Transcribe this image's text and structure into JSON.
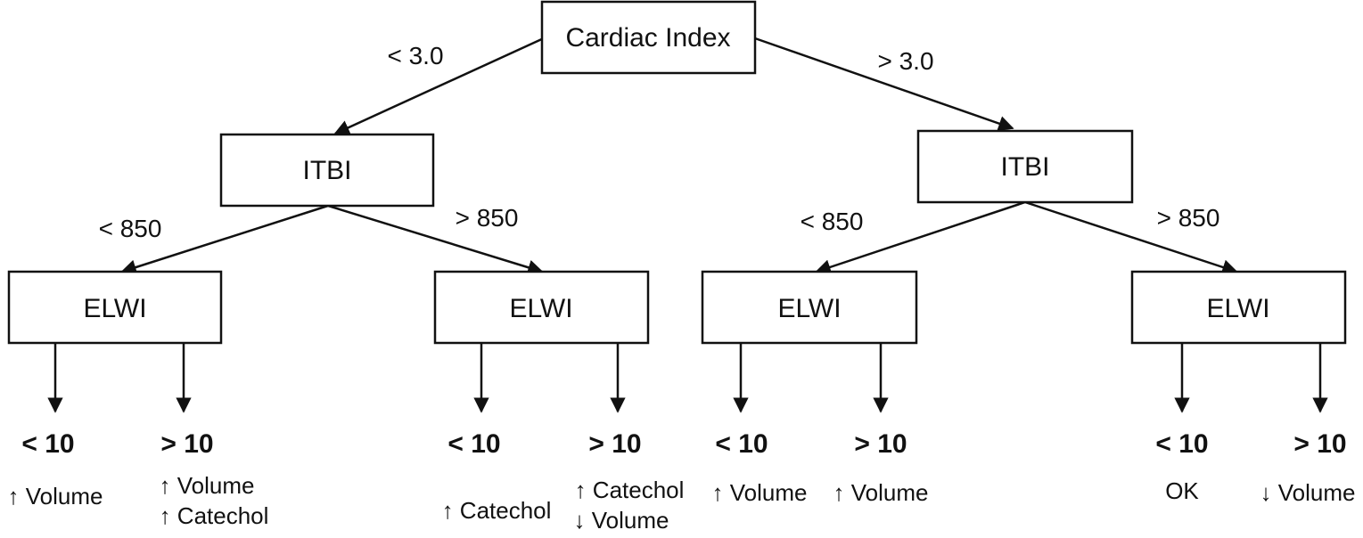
{
  "colors": {
    "stroke": "#111111",
    "background": "#ffffff"
  },
  "root": {
    "label": "Cardiac Index"
  },
  "branches": [
    {
      "edge_label": "< 3.0",
      "label": "ITBI",
      "children": [
        {
          "edge_label": "< 850",
          "label": "ELWI",
          "outcomes": [
            {
              "threshold": "< 10",
              "actions": [
                "↑ Volume"
              ]
            },
            {
              "threshold": "> 10",
              "actions": [
                "↑ Volume",
                "↑ Catechol"
              ]
            }
          ]
        },
        {
          "edge_label": "> 850",
          "label": "ELWI",
          "outcomes": [
            {
              "threshold": "< 10",
              "actions": [
                "↑ Catechol"
              ]
            },
            {
              "threshold": "> 10",
              "actions": [
                "↑ Catechol",
                "↓ Volume"
              ]
            }
          ]
        }
      ]
    },
    {
      "edge_label": "> 3.0",
      "label": "ITBI",
      "children": [
        {
          "edge_label": "< 850",
          "label": "ELWI",
          "outcomes": [
            {
              "threshold": "< 10",
              "actions": [
                "↑ Volume"
              ]
            },
            {
              "threshold": "> 10",
              "actions": [
                "↑ Volume"
              ]
            }
          ]
        },
        {
          "edge_label": "> 850",
          "label": "ELWI",
          "outcomes": [
            {
              "threshold": "< 10",
              "actions": [
                "OK"
              ]
            },
            {
              "threshold": "> 10",
              "actions": [
                "↓ Volume"
              ]
            }
          ]
        }
      ]
    }
  ]
}
